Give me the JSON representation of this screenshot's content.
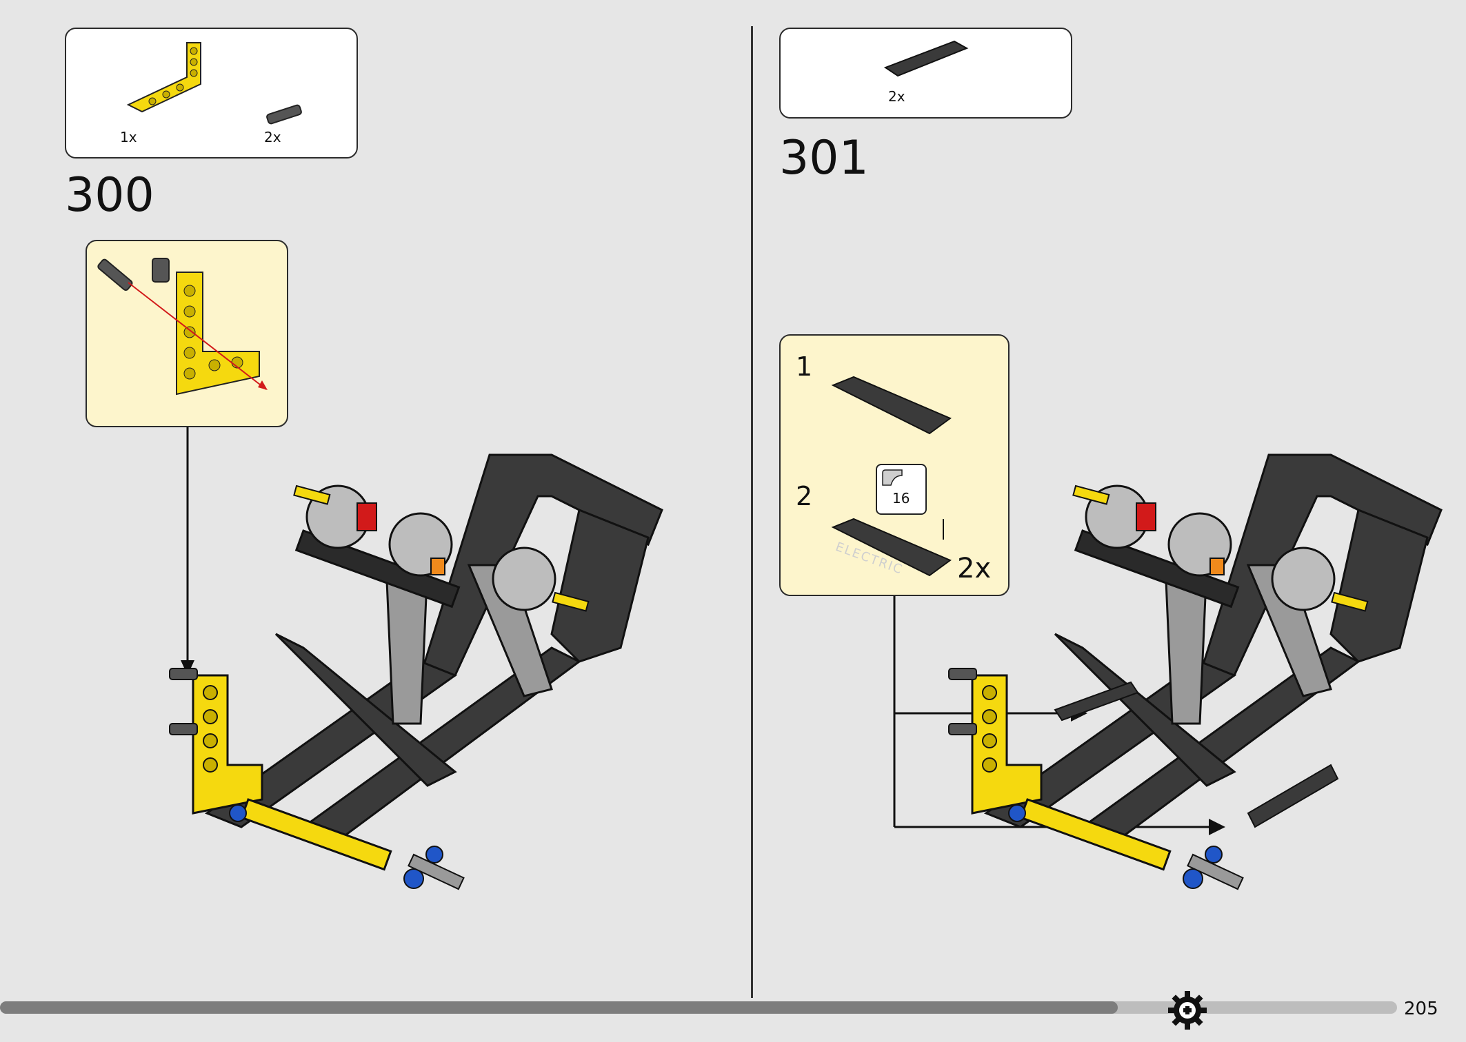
{
  "left_step": {
    "number": "300",
    "parts": [
      {
        "part": "yellow-L-beam",
        "qty": "1x"
      },
      {
        "part": "black-friction-pin",
        "qty": "2x"
      }
    ]
  },
  "right_step": {
    "number": "301",
    "parts": [
      {
        "part": "black-tile",
        "qty": "2x"
      }
    ],
    "substeps": [
      {
        "number": "1"
      },
      {
        "number": "2",
        "sticker_ref": "16",
        "qty": "2x"
      }
    ],
    "sticker_text": "ELECTRIC"
  },
  "footer": {
    "page_number": "205",
    "progress": 0.8,
    "icon": "gear-icon"
  },
  "colors": {
    "background": "#e6e6e6",
    "callout": "#fdf5cc",
    "yellow": "#f5d90f",
    "dark_gray": "#3a3a3a",
    "light_gray": "#a6a6a6",
    "red": "#d21a1a",
    "blue": "#2056c8"
  }
}
